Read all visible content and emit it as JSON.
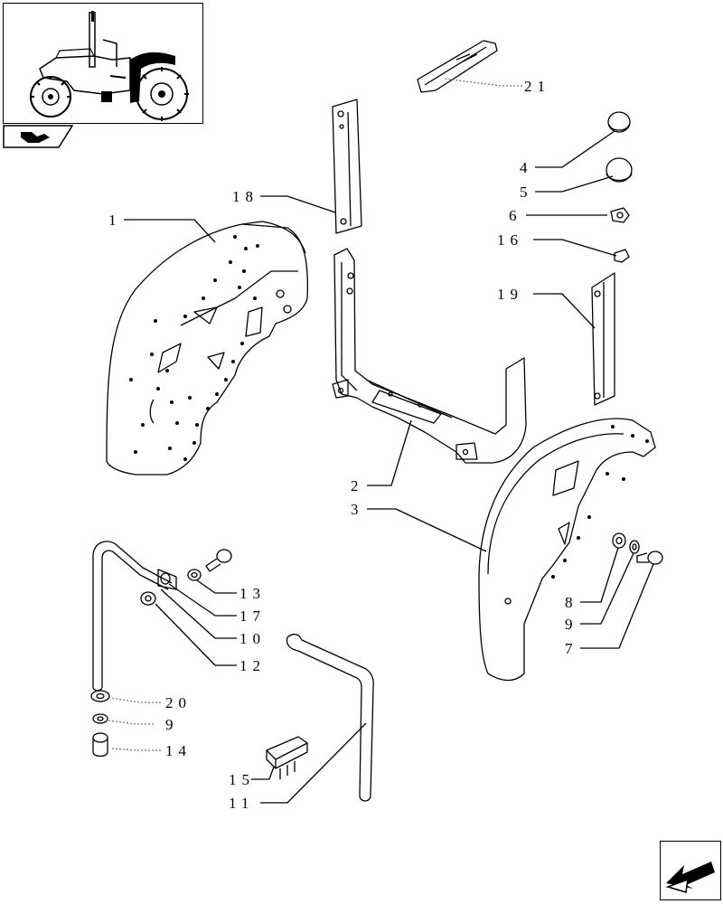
{
  "colors": {
    "stroke": "#000000",
    "background": "#ffffff",
    "leader_solid": "#000000",
    "leader_dashed": "#777777"
  },
  "thumbnail": {
    "icon": "tractor-icon",
    "highlight": "fender-highlight"
  },
  "nav": {
    "back_icon": "parts-book-tab-icon",
    "next_icon": "next-page-arrow-icon"
  },
  "callouts": [
    {
      "id": "c1",
      "label": "1"
    },
    {
      "id": "c2",
      "label": "2"
    },
    {
      "id": "c3",
      "label": "3"
    },
    {
      "id": "c4",
      "label": "4"
    },
    {
      "id": "c5",
      "label": "5"
    },
    {
      "id": "c6",
      "label": "6"
    },
    {
      "id": "c7",
      "label": "7"
    },
    {
      "id": "c8",
      "label": "8"
    },
    {
      "id": "c9a",
      "label": "9"
    },
    {
      "id": "c9b",
      "label": "9"
    },
    {
      "id": "c10",
      "label": "10"
    },
    {
      "id": "c11",
      "label": "11"
    },
    {
      "id": "c12",
      "label": "12"
    },
    {
      "id": "c13",
      "label": "13"
    },
    {
      "id": "c14",
      "label": "14"
    },
    {
      "id": "c15",
      "label": "15"
    },
    {
      "id": "c16",
      "label": "16"
    },
    {
      "id": "c17",
      "label": "17"
    },
    {
      "id": "c18",
      "label": "18"
    },
    {
      "id": "c19",
      "label": "19"
    },
    {
      "id": "c20",
      "label": "20"
    },
    {
      "id": "c21",
      "label": "21"
    }
  ]
}
